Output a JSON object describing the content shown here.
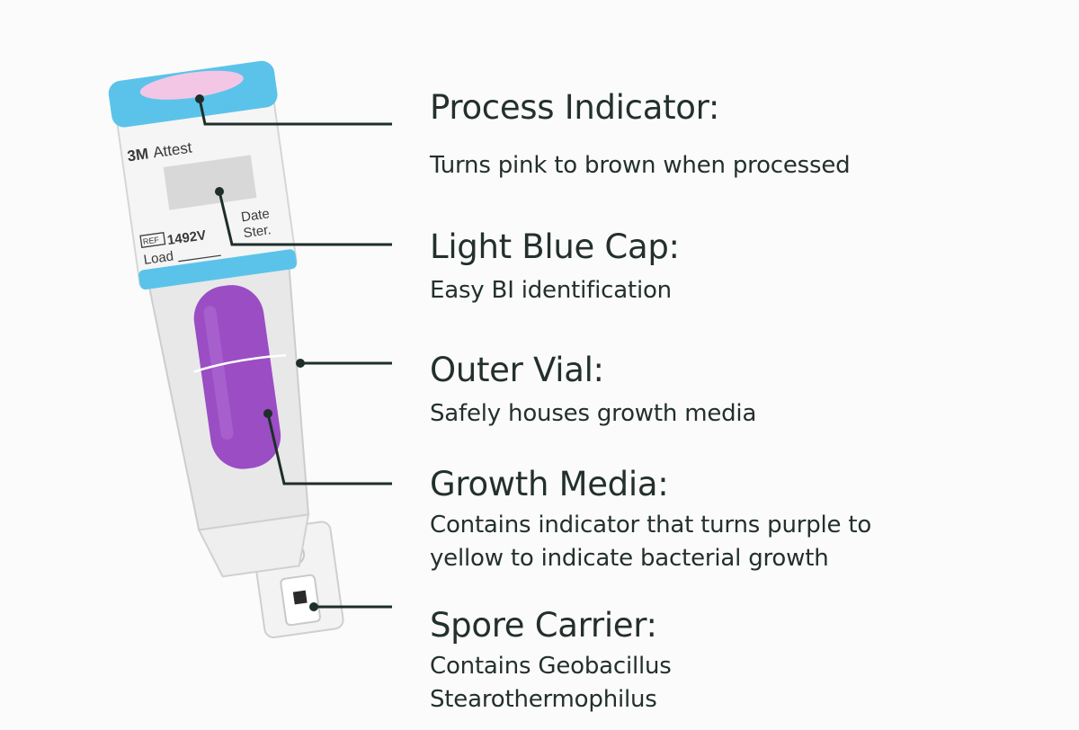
{
  "vial": {
    "brand": "3M",
    "product": "Attest",
    "ref_tag": "REF",
    "ref_code": "1492V",
    "load_label": "Load",
    "date_label": "Date",
    "ster_label": "Ster."
  },
  "labels": [
    {
      "title": "Process Indicator:",
      "desc": [
        "Turns pink to brown when processed"
      ]
    },
    {
      "title": "Light Blue Cap:",
      "desc": [
        "Easy BI identification"
      ]
    },
    {
      "title": "Outer Vial:",
      "desc": [
        "Safely houses growth media"
      ]
    },
    {
      "title": "Growth Media:",
      "desc": [
        "Contains indicator that turns purple to",
        "yellow to indicate bacterial growth"
      ]
    },
    {
      "title": "Spore Carrier:",
      "desc": [
        "Contains Geobacillus",
        "Stearothermophilus"
      ]
    }
  ],
  "colors": {
    "cap_blue": "#5bc3ea",
    "indicator_pink": "#f3c6e6",
    "media_purple": "#9b4dc4",
    "leader_line": "#1e2e2a"
  }
}
